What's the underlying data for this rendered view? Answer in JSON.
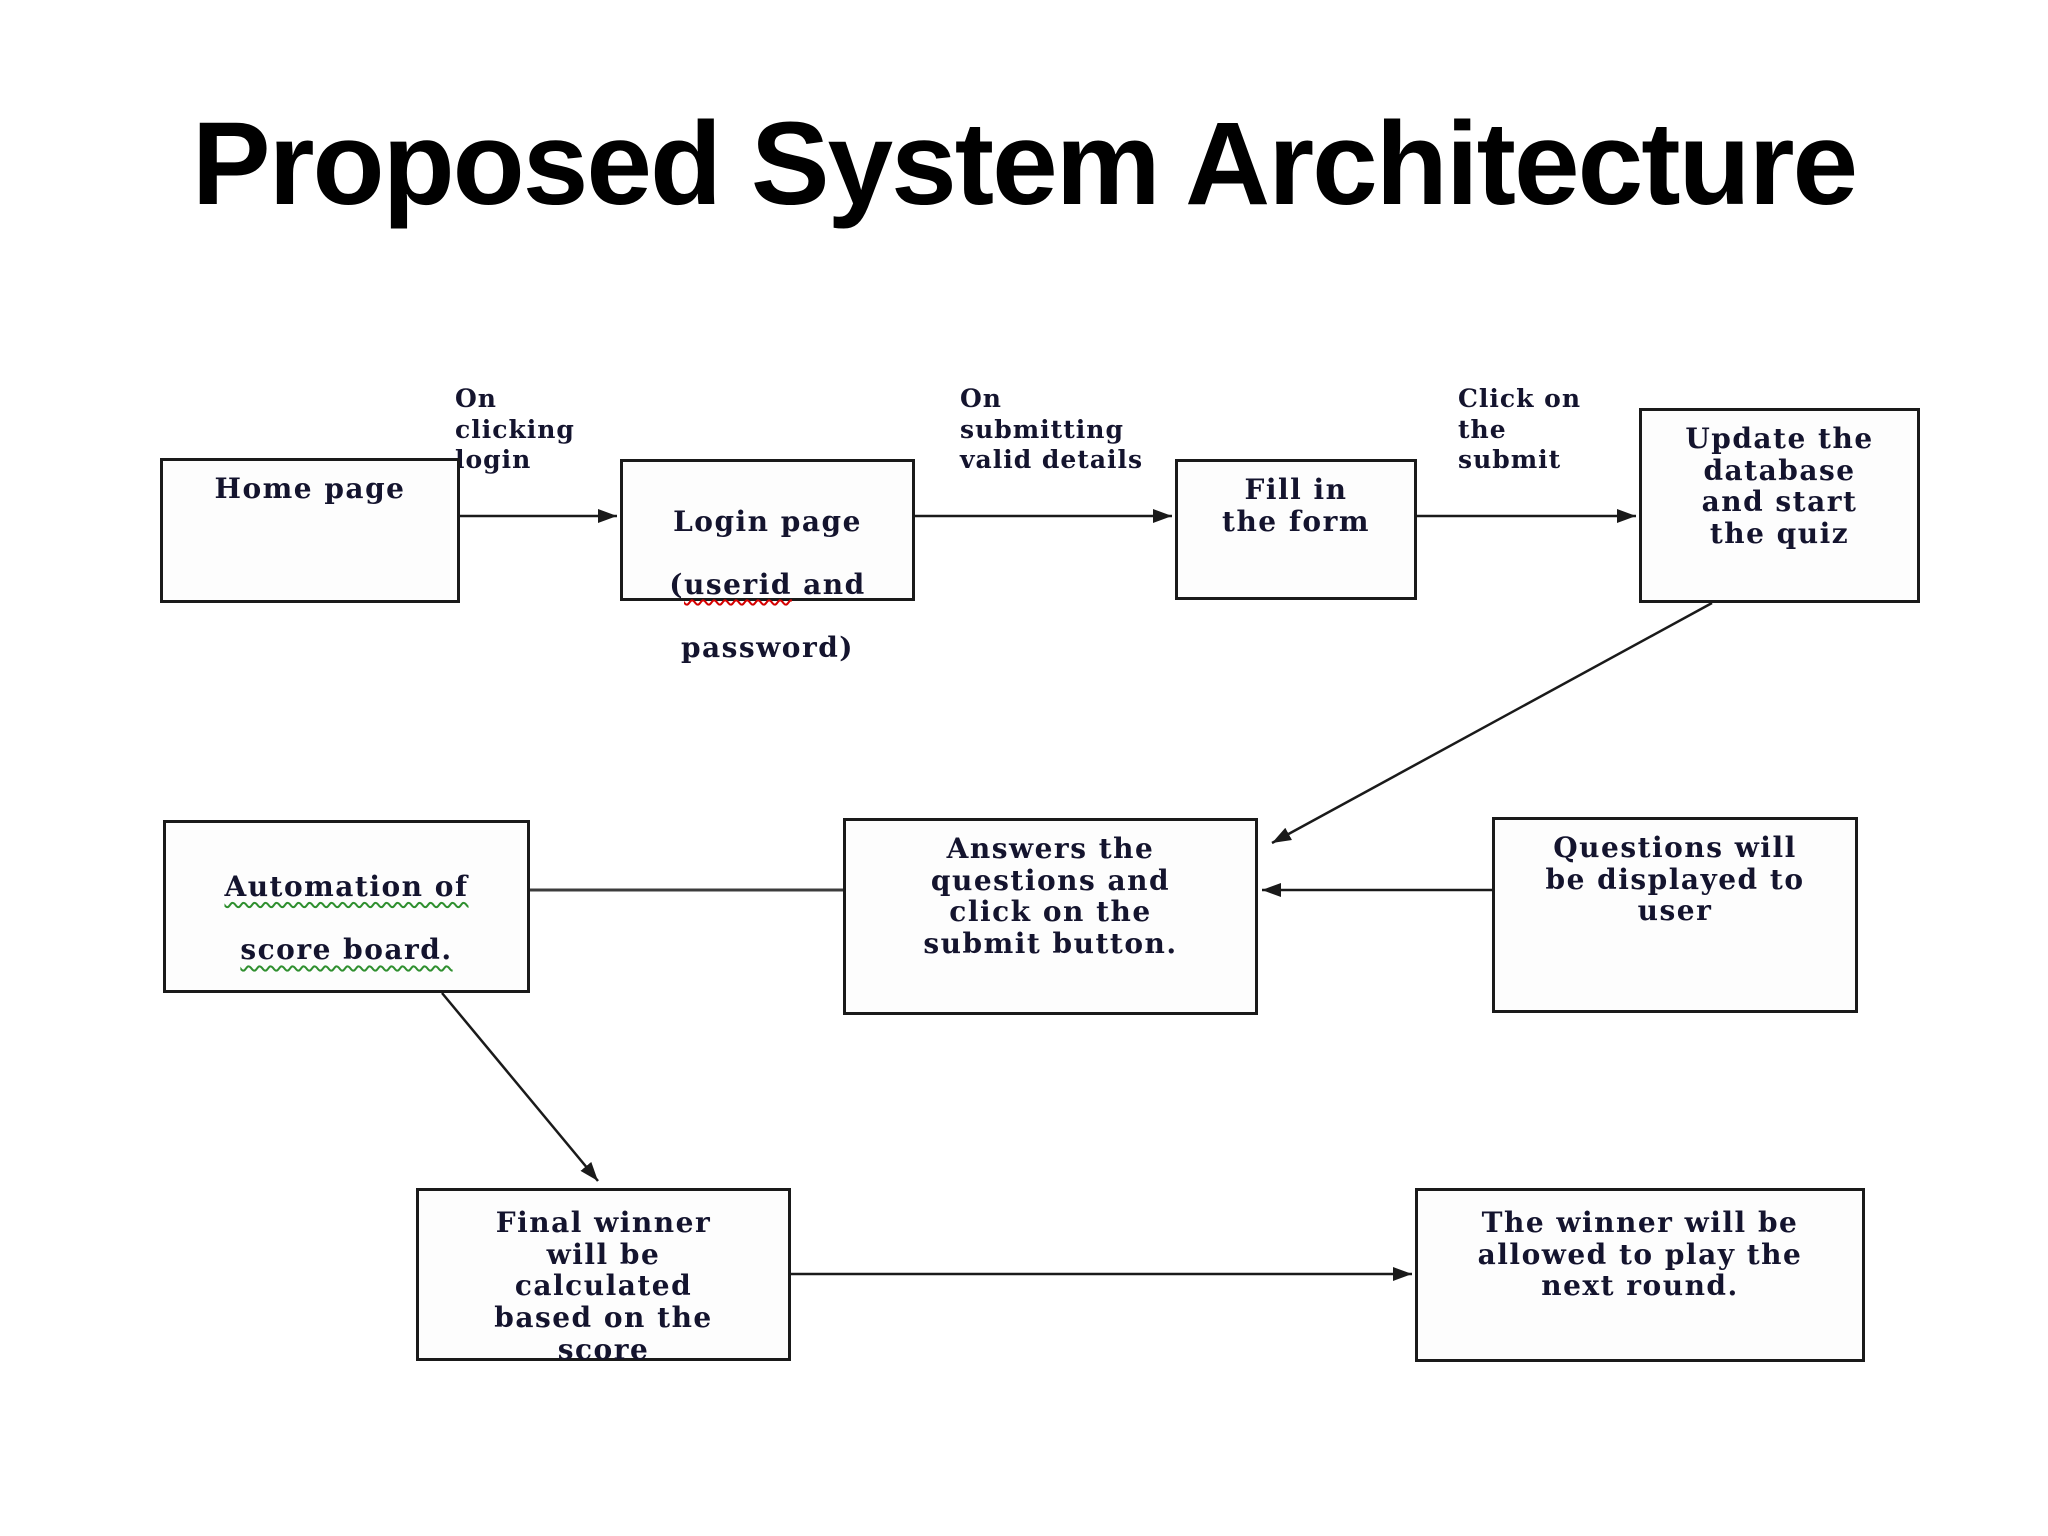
{
  "title": "Proposed System Architecture",
  "colors": {
    "box_border": "#1a1a1a",
    "arrow": "#1a1a1a",
    "plain_connector": "#3c3c3c",
    "squiggle_red": "#d40000",
    "squiggle_green": "#2f8f2f",
    "text": "#14142e"
  },
  "boxes": {
    "home": {
      "text": "Home page"
    },
    "login": {
      "line1": "Login page",
      "line2_open": "(",
      "line2_userid": "userid",
      "line2_rest": " and",
      "line3": "password)"
    },
    "fill": {
      "text": "Fill in\nthe form"
    },
    "update": {
      "text": "Update the\ndatabase\nand start\nthe quiz"
    },
    "automation": {
      "line1": "Automation of",
      "line2": "score board."
    },
    "answers": {
      "text": "Answers the\nquestions and\nclick on the\nsubmit button."
    },
    "questions": {
      "text": "Questions will\nbe displayed to\nuser"
    },
    "final": {
      "text": "Final winner\nwill be\ncalculated\nbased on the\nscore"
    },
    "winner": {
      "text": "The winner will be\nallowed to play the\nnext round."
    }
  },
  "edge_labels": {
    "clicking_login": "On\nclicking\nlogin",
    "submitting_details": "On\nsubmitting\nvalid details",
    "click_submit": "Click on\nthe\nsubmit"
  }
}
